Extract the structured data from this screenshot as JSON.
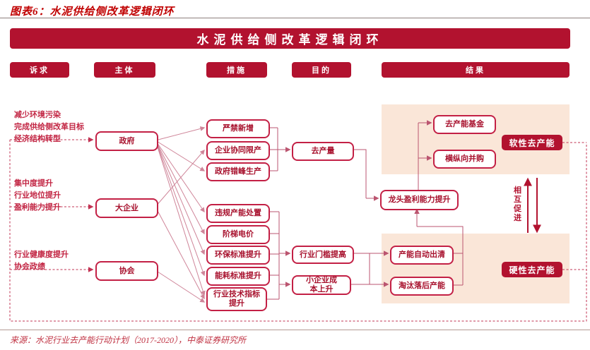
{
  "title": "图表6：水泥供给侧改革逻辑闭环",
  "banner": "水泥供给侧改革逻辑闭环",
  "columns": [
    "诉求",
    "主体",
    "措施",
    "目的",
    "结果"
  ],
  "demands": [
    {
      "lines": [
        "减少环境污染",
        "完成供给侧改革目标",
        "经济结构转型"
      ]
    },
    {
      "lines": [
        "集中度提升",
        "行业地位提升",
        "盈利能力提升"
      ]
    },
    {
      "lines": [
        "行业健康度提升",
        "协会政绩"
      ]
    }
  ],
  "subjects": [
    "政府",
    "大企业",
    "协会"
  ],
  "measures": [
    "严禁新增",
    "企业协同限产",
    "政府错峰生产",
    "违规产能处置",
    "阶梯电价",
    "环保标准提升",
    "能耗标准提升",
    "行业技术指标提升"
  ],
  "purposes": [
    "去产量",
    "行业门槛提高",
    "小企业成本上升"
  ],
  "results": {
    "soft_items": [
      "去产能基金",
      "横纵向并购"
    ],
    "soft_label": "软性去产能",
    "leader": "龙头盈利能力提升",
    "hard_items": [
      "产能自动出清",
      "淘汰落后产能"
    ],
    "hard_label": "硬性去产能",
    "mutual": "相互促进"
  },
  "source": "来源：水泥行业去产能行动计划（2017-2020），中泰证券研究所",
  "colors": {
    "primary": "#b2122f",
    "border": "#c32045",
    "zone": "#fae6d8",
    "dashed_loop": "#c23353",
    "connector": "#bb5570",
    "fan_line": "#cf8599"
  }
}
